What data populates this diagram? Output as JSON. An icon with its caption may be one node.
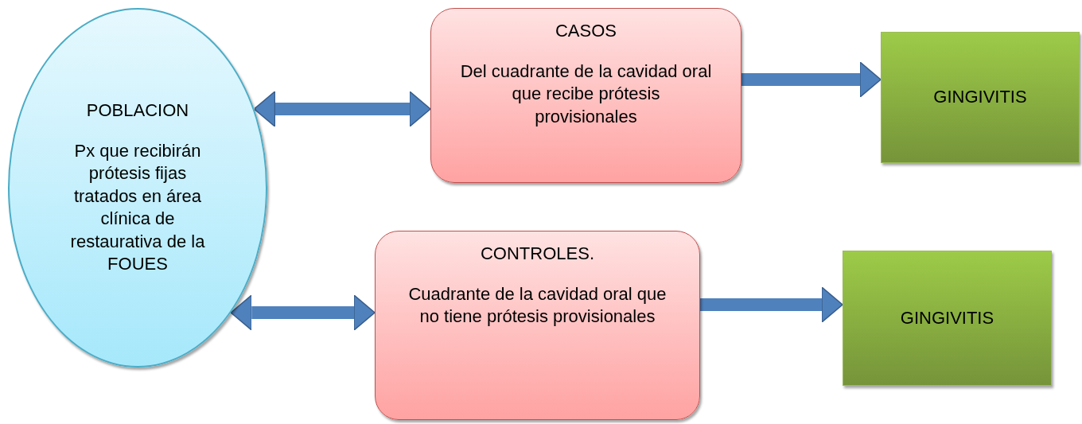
{
  "diagram": {
    "nodes": [
      {
        "text": [
          "POBLACION",
          "Px que recibirán prótesis fijas tratados en área clínica de restaurativa de la FOUES"
        ]
      },
      {
        "text": [
          "CASOS",
          "Del cuadrante de la cavidad oral que recibe prótesis provisionales"
        ]
      },
      {
        "text": [
          "GINGIVITIS"
        ]
      },
      {
        "text": [
          "CONTROLES.",
          "Cuadrante de la cavidad oral que no tiene prótesis provisionales"
        ]
      },
      {
        "text": [
          "GINGIVITIS"
        ]
      }
    ],
    "edges": [
      {
        "from": 0,
        "to": 1,
        "arrow": "both"
      },
      {
        "from": 1,
        "to": 2,
        "arrow": "to"
      },
      {
        "from": 0,
        "to": 3,
        "arrow": "both"
      },
      {
        "from": 3,
        "to": 4,
        "arrow": "to"
      }
    ]
  }
}
